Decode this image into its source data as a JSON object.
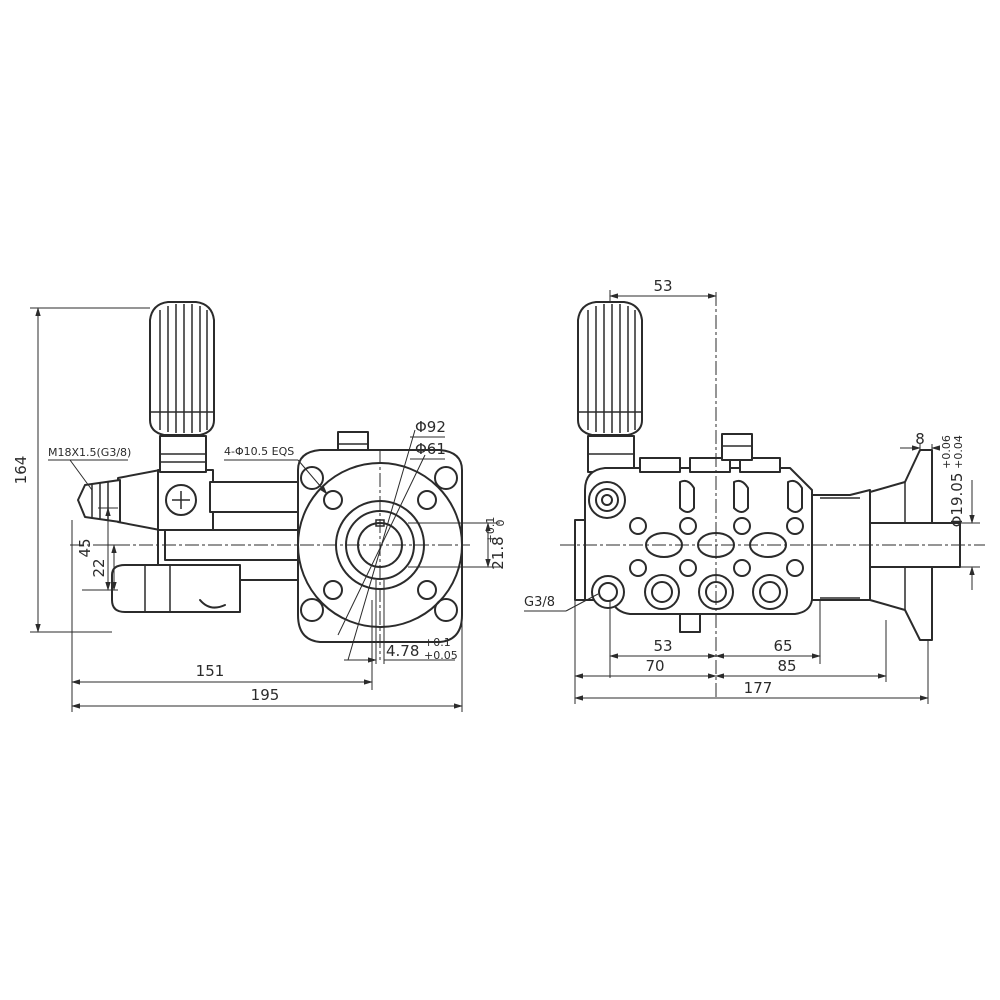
{
  "dimensions": {
    "height_164": "164",
    "inlet_thread": "M18X1.5(G3/8)",
    "height_45": "45",
    "height_22": "22",
    "width_151": "151",
    "width_195": "195",
    "bolt_holes": "4-Φ10.5 EQS",
    "dia_92": "Φ92",
    "dia_61": "Φ61",
    "key_21_8": "21.8",
    "key_tol_upper": "+0.1",
    "key_tol_lower": "0",
    "key_4_78": "4.78",
    "key4_tol_upper": "+0.1",
    "key4_tol_lower": "+0.05",
    "top_53": "53",
    "shaft_8": "8",
    "shaft_dia": "Φ19.05",
    "shaft_tol_upper": "+0.06",
    "shaft_tol_lower": "+0.04",
    "outlet_thread": "G3/8",
    "bottom_53": "53",
    "bottom_65": "65",
    "bottom_70": "70",
    "bottom_85": "85",
    "bottom_177": "177"
  },
  "colors": {
    "line": "#2b2b2b",
    "background": "#ffffff"
  }
}
